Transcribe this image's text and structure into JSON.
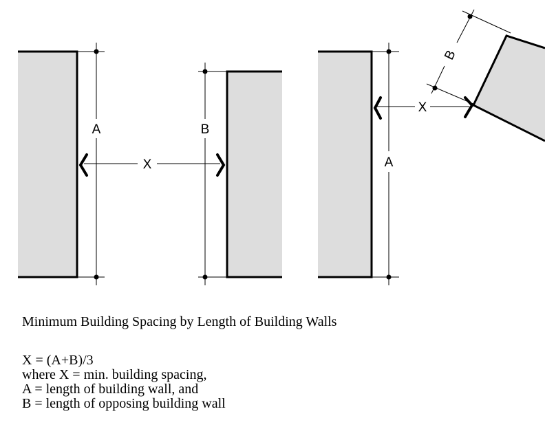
{
  "diagram": {
    "labels": {
      "left_a": "A",
      "left_b": "B",
      "left_x": "X",
      "right_a": "A",
      "right_b": "B",
      "right_x": "X"
    }
  },
  "caption": {
    "title": "Minimum Building Spacing by Length of Building Walls",
    "formula": "X = (A+B)/3",
    "lines": [
      "where X = min. building spacing,",
      "A = length of building wall, and",
      "B = length of opposing building wall"
    ]
  },
  "colors": {
    "building_fill": "#dddddd",
    "line": "#000000",
    "background": "#ffffff"
  }
}
